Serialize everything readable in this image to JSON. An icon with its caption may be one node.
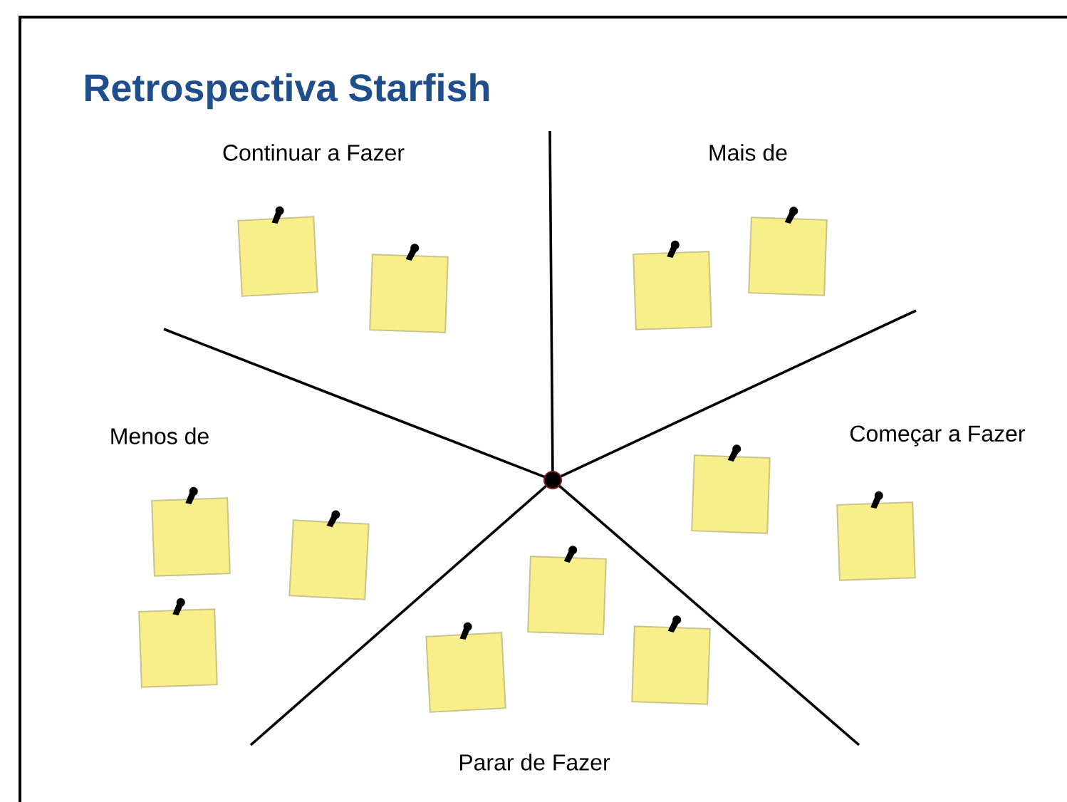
{
  "diagram": {
    "title": "Retrospectiva Starfish",
    "labels": [
      "Continuar a Fazer",
      "Mais de",
      "Menos de",
      "Começar a Fazer",
      "Parar de Fazer"
    ]
  }
}
